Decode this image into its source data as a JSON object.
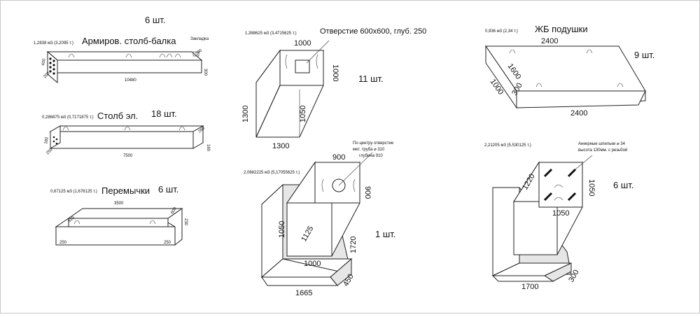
{
  "colors": {
    "background": "#ffffff",
    "border": "#c8c8c8",
    "stroke": "#222222",
    "shade": "#e6e6e6"
  },
  "block1": {
    "qty": "6 шт.",
    "volume": "1,2838 м3 (3,2095 т.)",
    "title": "Армиров. столб-балка",
    "note": "Закладка",
    "dims": {
      "length": "10480",
      "height": "300",
      "depth": "200",
      "s1": "400",
      "s2": "200"
    }
  },
  "block2": {
    "volume": "0,286875 м3 (0,7171875 т.)",
    "title": "Столб эл.",
    "qty": "18 шт.",
    "dims": {
      "length": "7500",
      "height": "160",
      "depth": "260",
      "s1": "180",
      "s2": "250"
    }
  },
  "block3": {
    "volume": "0,67125 м3 (1,678125 т.)",
    "title": "Перемычки",
    "qty": "6 шт.",
    "dims": {
      "length": "3500",
      "d310": "310",
      "d250a": "250",
      "d250b": "250",
      "d230": "230",
      "d600": "600"
    }
  },
  "block4": {
    "volume": "1,388625 м3 (3,4715625 т.)",
    "hole": "Отверстие 600х600, глуб. 250",
    "qty": "11 шт.",
    "dims": {
      "top": "1000",
      "right": "1000",
      "h1300": "1300",
      "h1050": "1050",
      "bottom": "1300"
    }
  },
  "block5": {
    "note_line1": "По центру отверстие",
    "note_line2": "мет. труба ⌀ 310",
    "note_line3": "глубина 910",
    "volume": "2,0682225 м3 (5,17055625 т.)",
    "qty": "1 шт.",
    "dims": {
      "top": "900",
      "right": "900",
      "h1050": "1050",
      "d1125": "1125",
      "d1720": "1720",
      "d1000": "1000",
      "d1665": "1665",
      "d450": "450"
    }
  },
  "block6": {
    "volume": "0,936 м3 (2,34 т.)",
    "title": "ЖБ подушки",
    "qty": "9 шт.",
    "dims": {
      "top": "2400",
      "d1600": "1600",
      "d1000": "1000",
      "d300": "300",
      "bottom": "2400"
    }
  },
  "block7": {
    "volume": "2,21205 м3 (5,530125 т.)",
    "note_line1": "Анкерные шпильки ⌀ 34",
    "note_line2": "высота 130мм. с резьбой",
    "qty": "6 шт.",
    "dims": {
      "d1220": "1220",
      "d1050a": "1050",
      "d1050b": "1050",
      "d1700": "1700",
      "d300": "300"
    }
  }
}
